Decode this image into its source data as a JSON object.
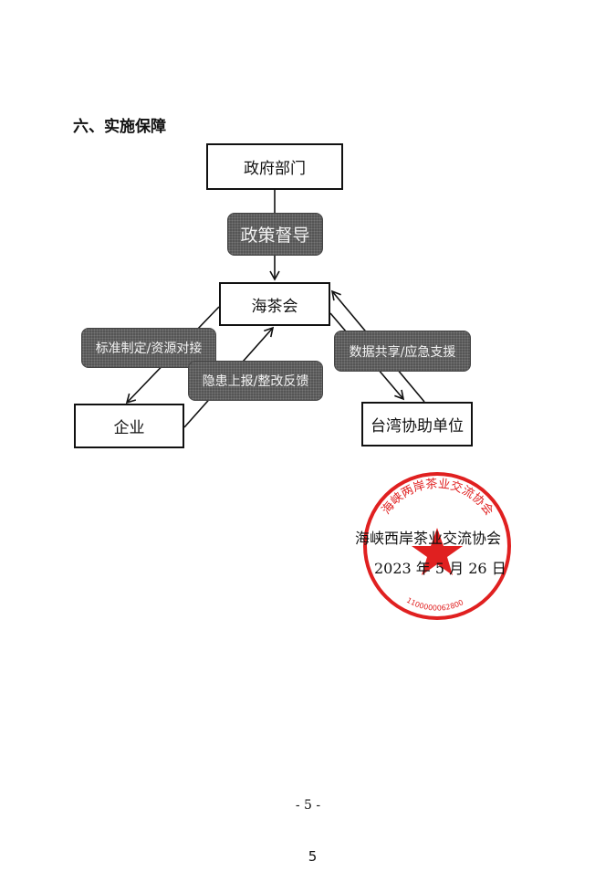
{
  "section_title": "六、实施保障",
  "diagram": {
    "nodes": {
      "gov": "政府部门",
      "hai": "海茶会",
      "enterprise": "企业",
      "taiwan": "台湾协助单位"
    },
    "labels": {
      "policy": "政策督导",
      "standard": "标准制定/资源对接",
      "report": "隐患上报/整改反馈",
      "data": "数据共享/应急支援"
    }
  },
  "signature": {
    "org": "海峡西岸茶业交流协会",
    "date": "2023 年 5 月 26 日"
  },
  "stamp": {
    "text": "海峡两岸茶业交流协会",
    "code": "1100000062800",
    "color": "#e02020"
  },
  "page_number_doc": "- 5 -",
  "page_number": "5"
}
